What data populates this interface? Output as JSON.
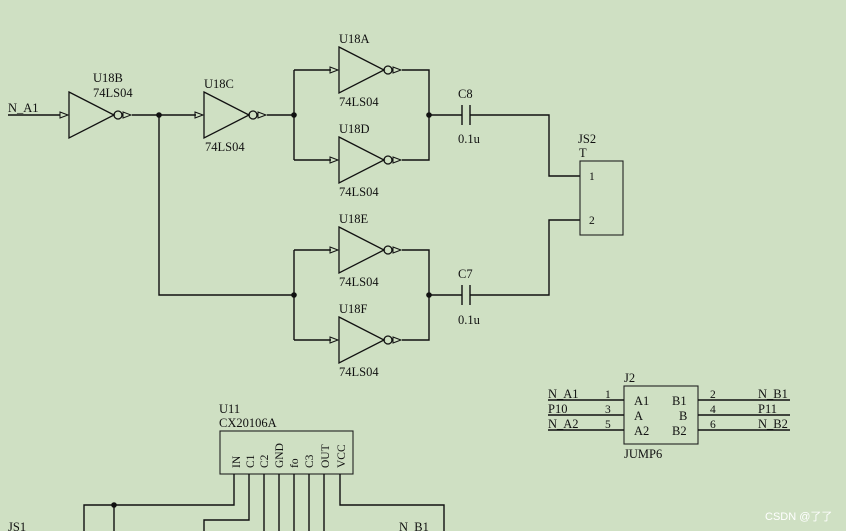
{
  "gates": [
    {
      "ref": "U18B",
      "part": "74LS04"
    },
    {
      "ref": "U18C",
      "part": "74LS04"
    },
    {
      "ref": "U18A",
      "part": "74LS04"
    },
    {
      "ref": "U18D",
      "part": "74LS04"
    },
    {
      "ref": "U18E",
      "part": "74LS04"
    },
    {
      "ref": "U18F",
      "part": "74LS04"
    }
  ],
  "capacitors": [
    {
      "ref": "C8",
      "value": "0.1u"
    },
    {
      "ref": "C7",
      "value": "0.1u"
    }
  ],
  "connector_js2": {
    "ref": "JS2",
    "value": "T",
    "pins": [
      "1",
      "2"
    ]
  },
  "input_net": "N_A1",
  "jumper_j2": {
    "ref": "J2",
    "part": "JUMP6",
    "left_nets": [
      "N_A1",
      "P10",
      "N_A2"
    ],
    "left_pins": [
      "1",
      "3",
      "5"
    ],
    "left_labels": [
      "A1",
      "A",
      "A2"
    ],
    "right_labels": [
      "B1",
      "B",
      "B2"
    ],
    "right_pins": [
      "2",
      "4",
      "6"
    ],
    "right_nets": [
      "N_B1",
      "P11",
      "N_B2"
    ]
  },
  "u11": {
    "ref": "U11",
    "part": "CX20106A",
    "pins": [
      "IN",
      "C1",
      "C2",
      "GND",
      "fo",
      "C3",
      "OUT",
      "VCC"
    ]
  },
  "bottom_left_label": "JS1",
  "bottom_net": "N_B1",
  "watermark": "CSDN @了了",
  "colors": {
    "background": "#cfe0c3",
    "wire": "#111111",
    "watermark": "#ffffff"
  }
}
